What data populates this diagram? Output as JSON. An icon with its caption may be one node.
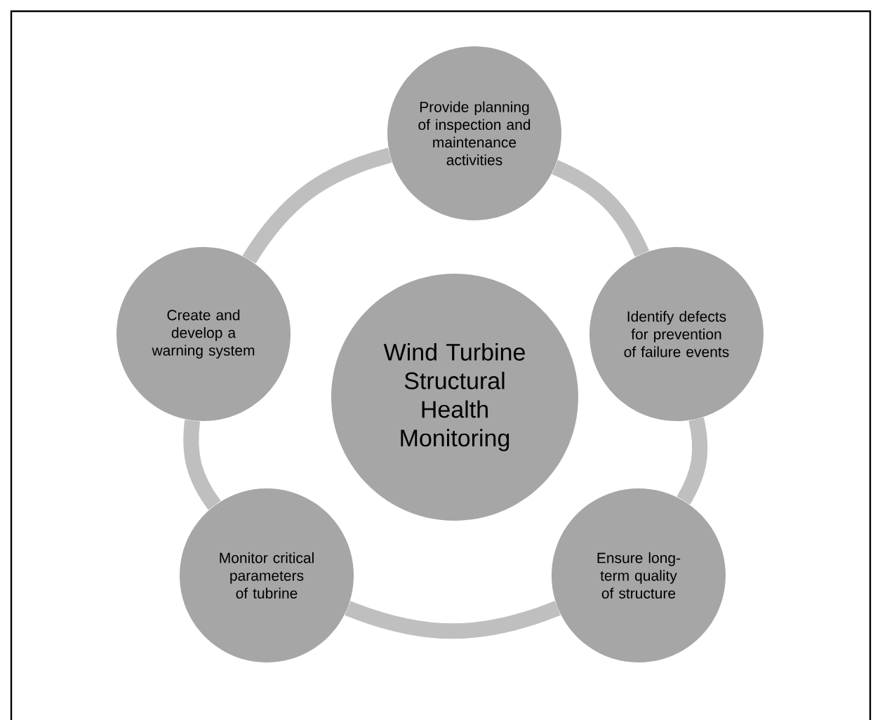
{
  "diagram": {
    "nodes": [
      {
        "text": [
          "Provide planning of inspection and maintenance activities"
        ]
      },
      {
        "text": [
          "Create and develop a warning system"
        ]
      },
      {
        "text": [
          "Wind Turbine Structural Health Monitoring"
        ]
      },
      {
        "text": [
          "Identify defects for prevention of failure events"
        ]
      },
      {
        "text": [
          "Monitor critical parameters of tubrine"
        ]
      },
      {
        "text": [
          "Ensure long-term quality of structure"
        ]
      }
    ],
    "edges": [
      {
        "from": 0,
        "to": 3,
        "arrow": "none"
      },
      {
        "from": 3,
        "to": 5,
        "arrow": "none"
      },
      {
        "from": 5,
        "to": 4,
        "arrow": "none"
      },
      {
        "from": 4,
        "to": 1,
        "arrow": "none"
      },
      {
        "from": 1,
        "to": 0,
        "arrow": "none"
      }
    ]
  }
}
